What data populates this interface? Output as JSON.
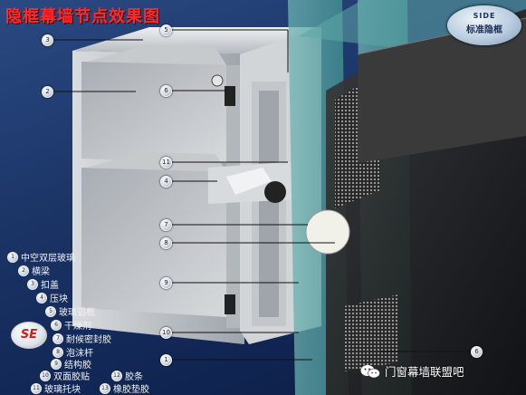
{
  "title": "隐框幕墙节点效果图",
  "badge": {
    "line1": "SIDE",
    "line2": "标准隐框"
  },
  "callouts": [
    "5",
    "3",
    "2",
    "6",
    "11",
    "4",
    "7",
    "8",
    "9",
    "10",
    "1",
    "6"
  ],
  "legend": [
    {
      "num": "1",
      "label": "中空双层玻璃"
    },
    {
      "num": "2",
      "label": "横梁"
    },
    {
      "num": "3",
      "label": "扣盖"
    },
    {
      "num": "4",
      "label": "压块"
    },
    {
      "num": "5",
      "label": "玻璃铝框"
    },
    {
      "num": "6",
      "label": "干燥剂"
    },
    {
      "num": "7",
      "label": "耐候密封胶"
    },
    {
      "num": "8",
      "label": "泡沫杆"
    },
    {
      "num": "9",
      "label": "结构胶"
    },
    {
      "num": "10",
      "label": "双面胶贴"
    },
    {
      "num": "11",
      "label": "玻璃托块"
    },
    {
      "num": "12",
      "label": "胶条"
    },
    {
      "num": "13",
      "label": "橡胶垫胶"
    }
  ],
  "logo": "SE",
  "watermark": "门窗幕墙联盟吧",
  "colors": {
    "title": "#ff2a2a",
    "background": "#1b3466",
    "glass": "#5aa0a0",
    "aluminum": "#c9ccd0"
  }
}
